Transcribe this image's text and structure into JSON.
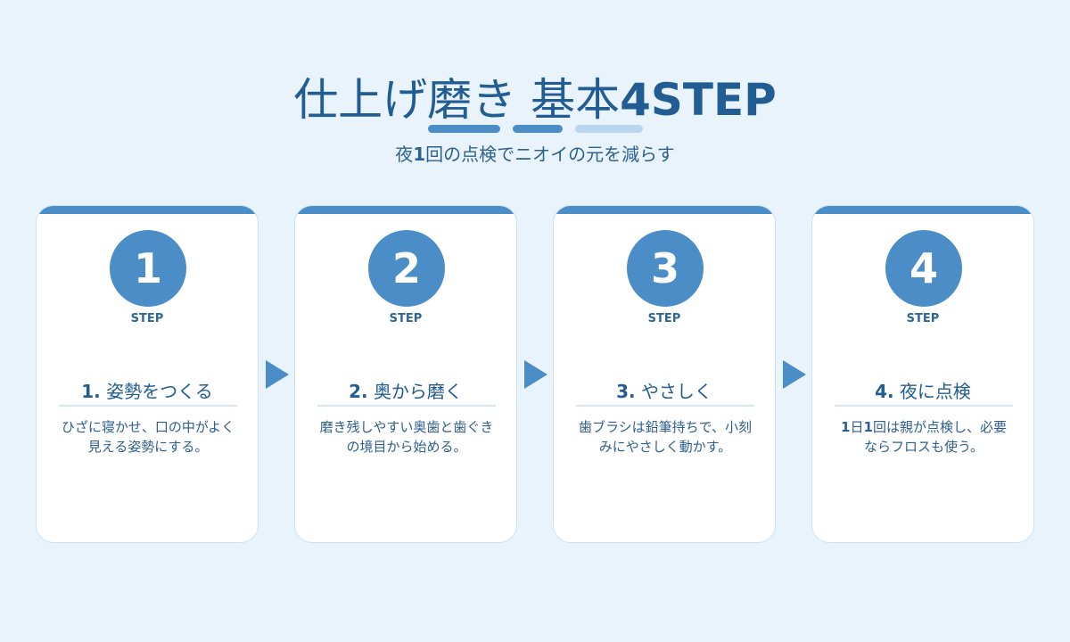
{
  "header": {
    "title_light": "仕上げ磨き 基本",
    "title_bold": "4STEP",
    "subtitle_before": "夜",
    "subtitle_number": "1",
    "subtitle_after": "回の点検でニオイの元を減らす"
  },
  "steps": [
    {
      "number": "1",
      "label": "STEP",
      "title_number": "1.",
      "title_text": "姿勢をつくる",
      "desc_line1": "ひざに寝かせ、口の中がよく",
      "desc_line2": "見える姿勢にする。"
    },
    {
      "number": "2",
      "label": "STEP",
      "title_number": "2.",
      "title_text": "奥から磨く",
      "desc_line1": "磨き残しやすい奥歯と歯ぐき",
      "desc_line2": "の境目から始める。"
    },
    {
      "number": "3",
      "label": "STEP",
      "title_number": "3.",
      "title_text": "やさしく",
      "desc_line1": "歯ブラシは鉛筆持ちで、小刻",
      "desc_line2": "みにやさしく動かす。"
    },
    {
      "number": "4",
      "label": "STEP",
      "title_number": "4.",
      "title_text": "夜に点検",
      "desc_line1_strong1": "1",
      "desc_line1_mid": "日",
      "desc_line1_strong2": "1",
      "desc_line1_after": "回は親が点検し、必要",
      "desc_line2": "ならフロスも使う。"
    }
  ],
  "theme": {
    "accent": "#4a8dc7",
    "text": "#215d92",
    "background": "#e8f3fb"
  }
}
